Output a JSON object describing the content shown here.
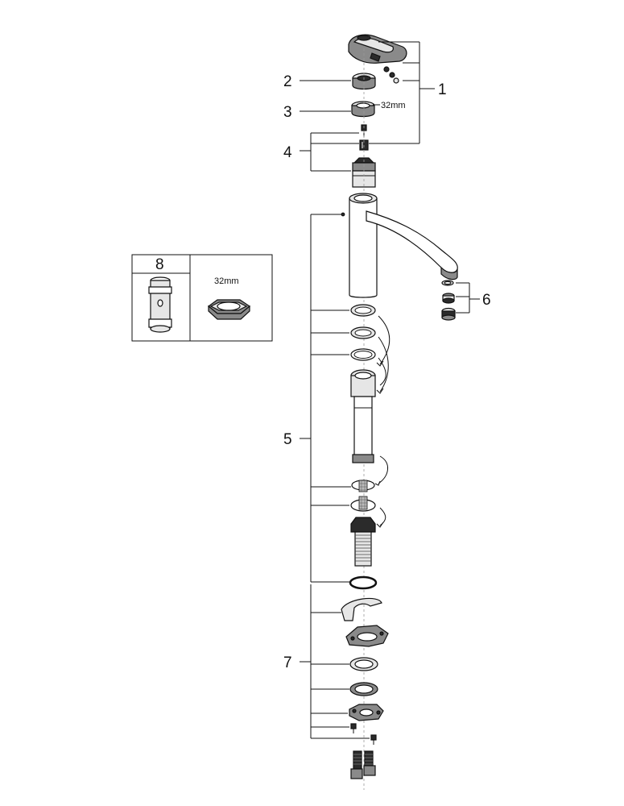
{
  "callouts": {
    "c1": "1",
    "c2": "2",
    "c3": "3",
    "c4": "4",
    "c5": "5",
    "c6": "6",
    "c7": "7",
    "c8": "8"
  },
  "dimensions": {
    "ring_size": "32mm",
    "box_ring_size": "32mm"
  }
}
